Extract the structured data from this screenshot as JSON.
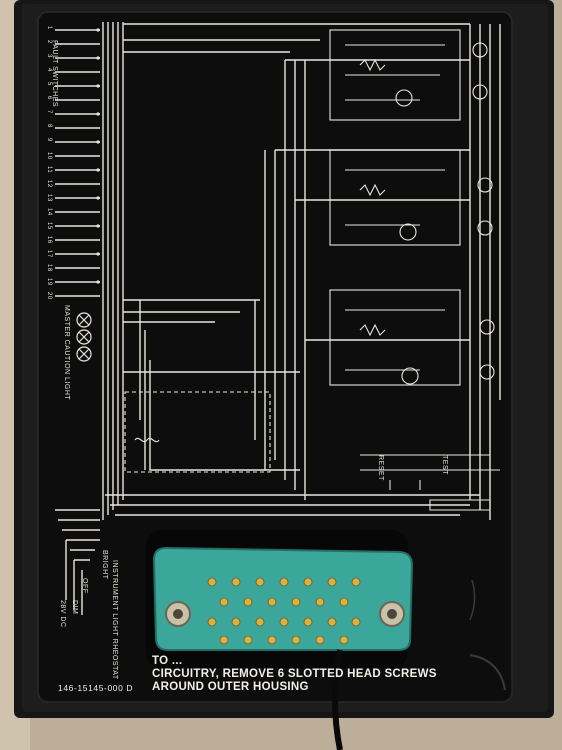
{
  "device": {
    "panel_labels": {
      "fault_switches": "FAULT SWITCHES",
      "switch_numbers": [
        "1",
        "2",
        "3",
        "4",
        "5",
        "6",
        "7",
        "8",
        "9",
        "10",
        "11",
        "12",
        "13",
        "14",
        "15",
        "16",
        "17",
        "18",
        "19",
        "20"
      ],
      "caution_light": "MASTER CAUTION LIGHT",
      "dimmer": "INSTRUMENT LIGHT RHEOSTAT",
      "bright": "BRIGHT",
      "off": "OFF",
      "dim": "DIM",
      "supply": "28V DC",
      "test": "TEST",
      "reset": "RESET"
    },
    "warning_lines": [
      "TO ...",
      "CIRCUITRY, REMOVE 6 SLOTTED HEAD SCREWS",
      "AROUND OUTER HOUSING"
    ],
    "part_number": "146-15145-000 D",
    "colors": {
      "housing": "#141414",
      "panel": "#0c0c0c",
      "traces": "#e9e6dc",
      "connector": "#3aa79a",
      "background": "#b8ab97"
    }
  }
}
